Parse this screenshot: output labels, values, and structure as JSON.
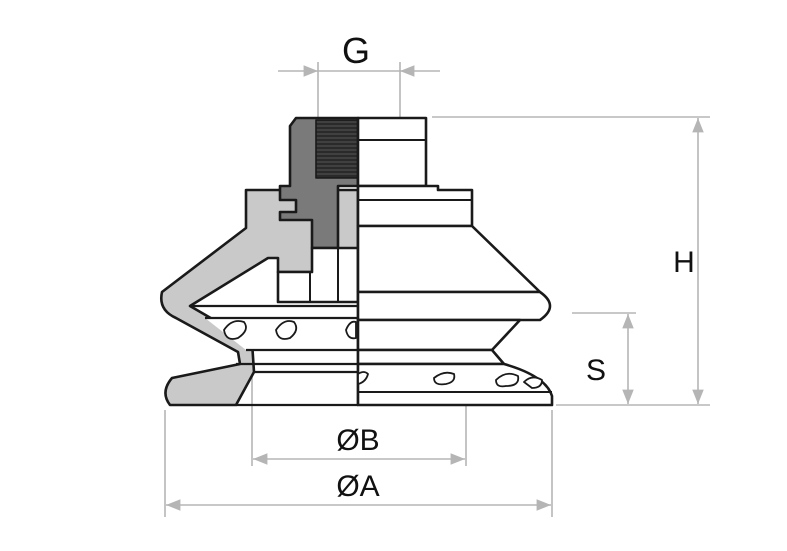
{
  "labels": {
    "g": "G",
    "h": "H",
    "s": "S",
    "b": "ØB",
    "a": "ØA"
  },
  "colors": {
    "outline": "#1a1a1a",
    "dimension": "#b5b5b5",
    "section_dark": "#7a7a7a",
    "section_mid": "#9e9e9e",
    "section_light": "#c9c9c9",
    "thread": "#2a2a2a"
  },
  "icons": {
    "drawing": "bellows-suction-cup-section-view"
  }
}
